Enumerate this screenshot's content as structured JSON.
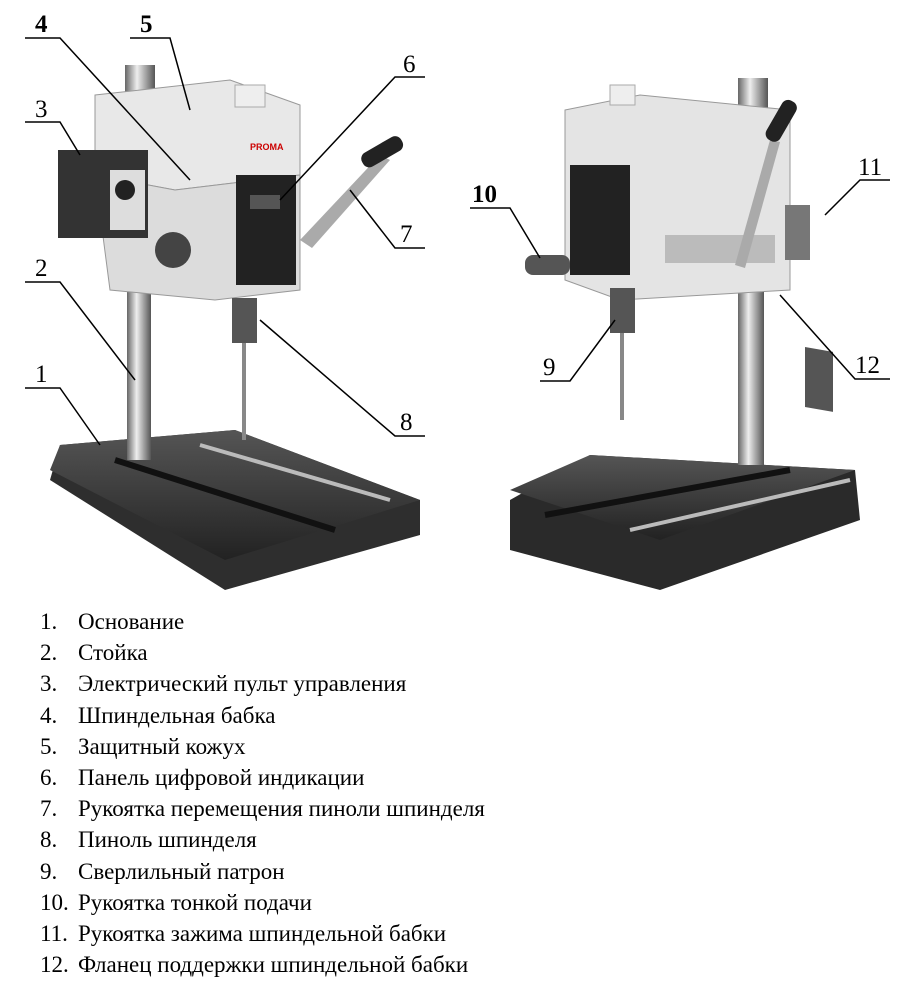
{
  "figure": {
    "logo_text": "PROMA",
    "callouts": {
      "c1": "1",
      "c2": "2",
      "c3": "3",
      "c4": "4",
      "c5": "5",
      "c6": "6",
      "c7": "7",
      "c8": "8",
      "c9": "9",
      "c10": "10",
      "c11": "11",
      "c12": "12"
    }
  },
  "legend": [
    {
      "num": "1.",
      "text": "Основание"
    },
    {
      "num": "2.",
      "text": "Стойка"
    },
    {
      "num": "3.",
      "text": "Электрический пульт управления"
    },
    {
      "num": "4.",
      "text": "Шпиндельная бабка"
    },
    {
      "num": "5.",
      "text": "Защитный кожух"
    },
    {
      "num": "6.",
      "text": "Панель цифровой индикации"
    },
    {
      "num": "7.",
      "text": "Рукоятка перемещения пиноли шпинделя"
    },
    {
      "num": "8.",
      "text": "Пиноль шпинделя"
    },
    {
      "num": "9.",
      "text": "Сверлильный патрон"
    },
    {
      "num": "10.",
      "text": "Рукоятка тонкой подачи"
    },
    {
      "num": "11.",
      "text": "Рукоятка зажима шпиндельной бабки"
    },
    {
      "num": "12.",
      "text": "Фланец поддержки шпиндельной бабки"
    }
  ]
}
